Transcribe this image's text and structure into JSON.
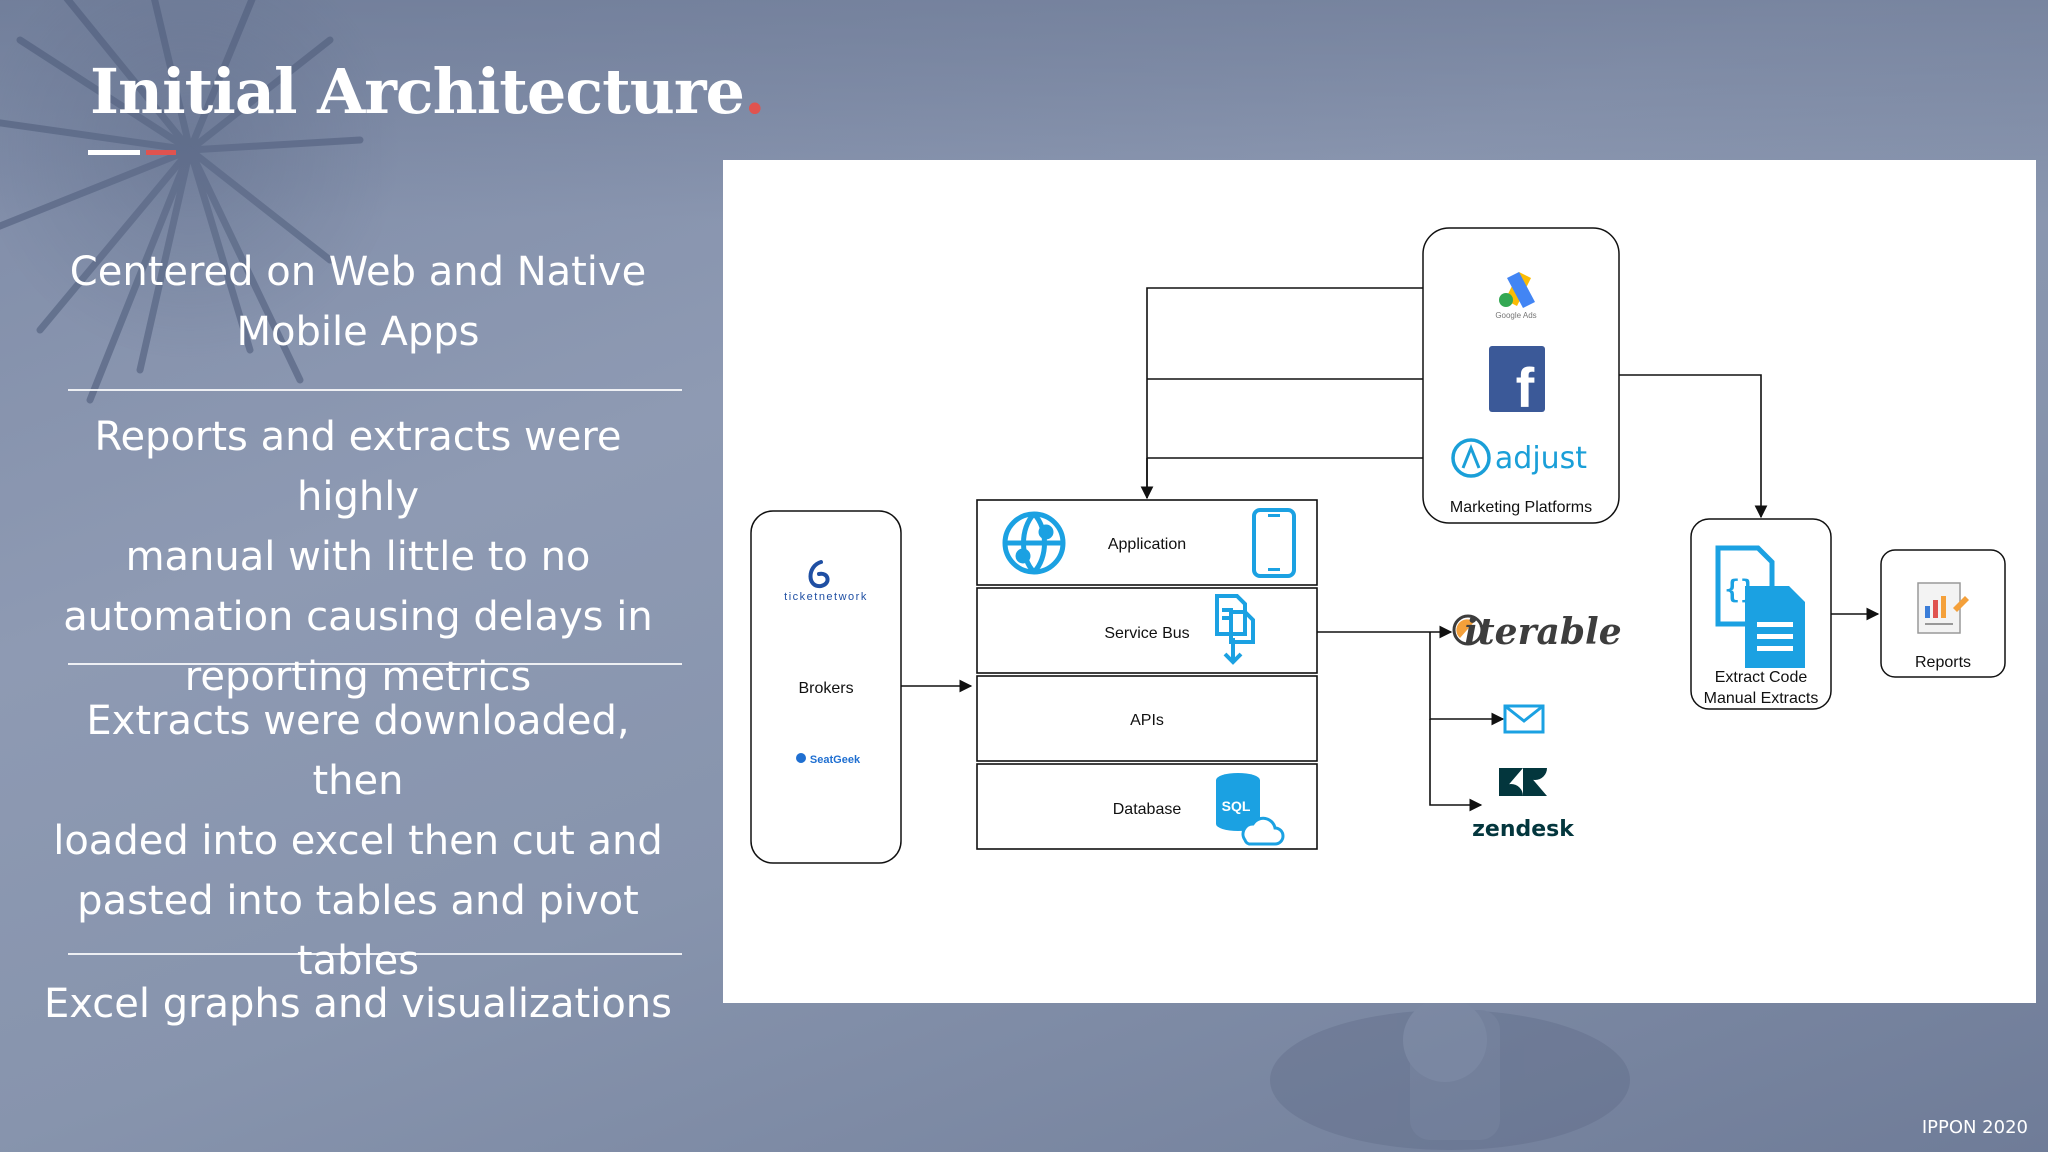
{
  "slide": {
    "title": "Initial Architecture",
    "title_dot": ".",
    "footer": "IPPON 2020"
  },
  "bullets": [
    {
      "lines": [
        "Centered on Web and Native",
        "Mobile Apps"
      ]
    },
    {
      "lines": [
        "Reports and extracts were highly",
        "manual with little to no",
        "automation causing delays in",
        "reporting metrics"
      ]
    },
    {
      "lines": [
        "Extracts were downloaded, then",
        "loaded into excel then cut and",
        "pasted into tables and pivot",
        "tables"
      ]
    },
    {
      "lines": [
        "Excel graphs and visualizations"
      ]
    }
  ],
  "diagram": {
    "brokers": {
      "label": "Brokers",
      "logo_top": "ticketnetwork",
      "logo_bottom": "SeatGeek"
    },
    "stack": {
      "application": "Application",
      "service_bus": "Service Bus",
      "apis": "APIs",
      "database": "Database",
      "sql_badge": "SQL"
    },
    "marketing": {
      "label": "Marketing Platforms",
      "google_ads": "Google Ads",
      "facebook": "f",
      "adjust": "adjust"
    },
    "outputs": {
      "iterable": "iterable",
      "zendesk": "zendesk"
    },
    "extract": {
      "line1": "Extract Code",
      "line2": "Manual Extracts"
    },
    "reports": {
      "label": "Reports"
    }
  },
  "colors": {
    "accent_red": "#e0534f",
    "azure_blue": "#1ba1e2",
    "facebook_blue": "#3b5998",
    "adjust_blue": "#1a9fd8",
    "zendesk_dark": "#03363d",
    "iterable_dark": "#3d3d3d",
    "iterable_orange": "#f4a03a"
  }
}
